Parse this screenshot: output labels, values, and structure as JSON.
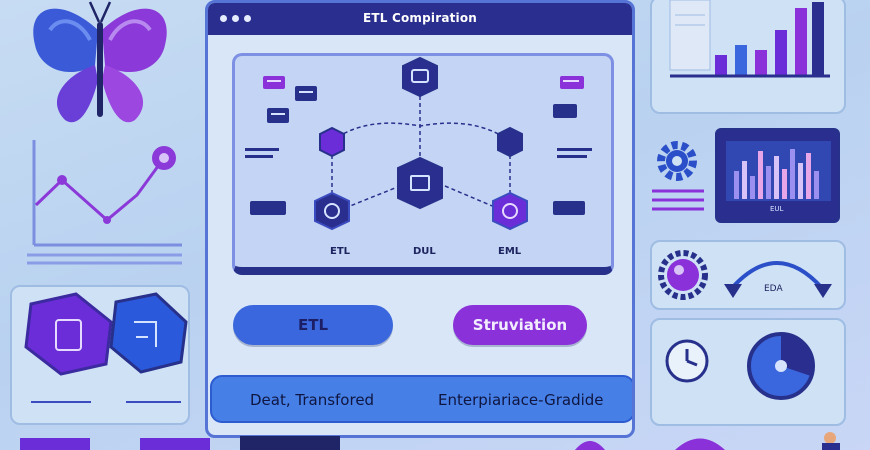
{
  "window": {
    "title": "ETL Compiration"
  },
  "diagram": {
    "labels": [
      "ETL",
      "DUL",
      "EML"
    ]
  },
  "buttons": {
    "primary_label": "ETL",
    "secondary_label": "Struviation"
  },
  "footer": {
    "left_text": "Deat, Transfored",
    "right_text": "Enterpiariace-Gradide"
  },
  "side_panels": {
    "dashboard_label": "EUL",
    "flow_label": "EDA"
  },
  "colors": {
    "navy": "#2a2e8e",
    "blue": "#3a67de",
    "purple": "#8a31d9",
    "panel": "#cfe1f5"
  }
}
